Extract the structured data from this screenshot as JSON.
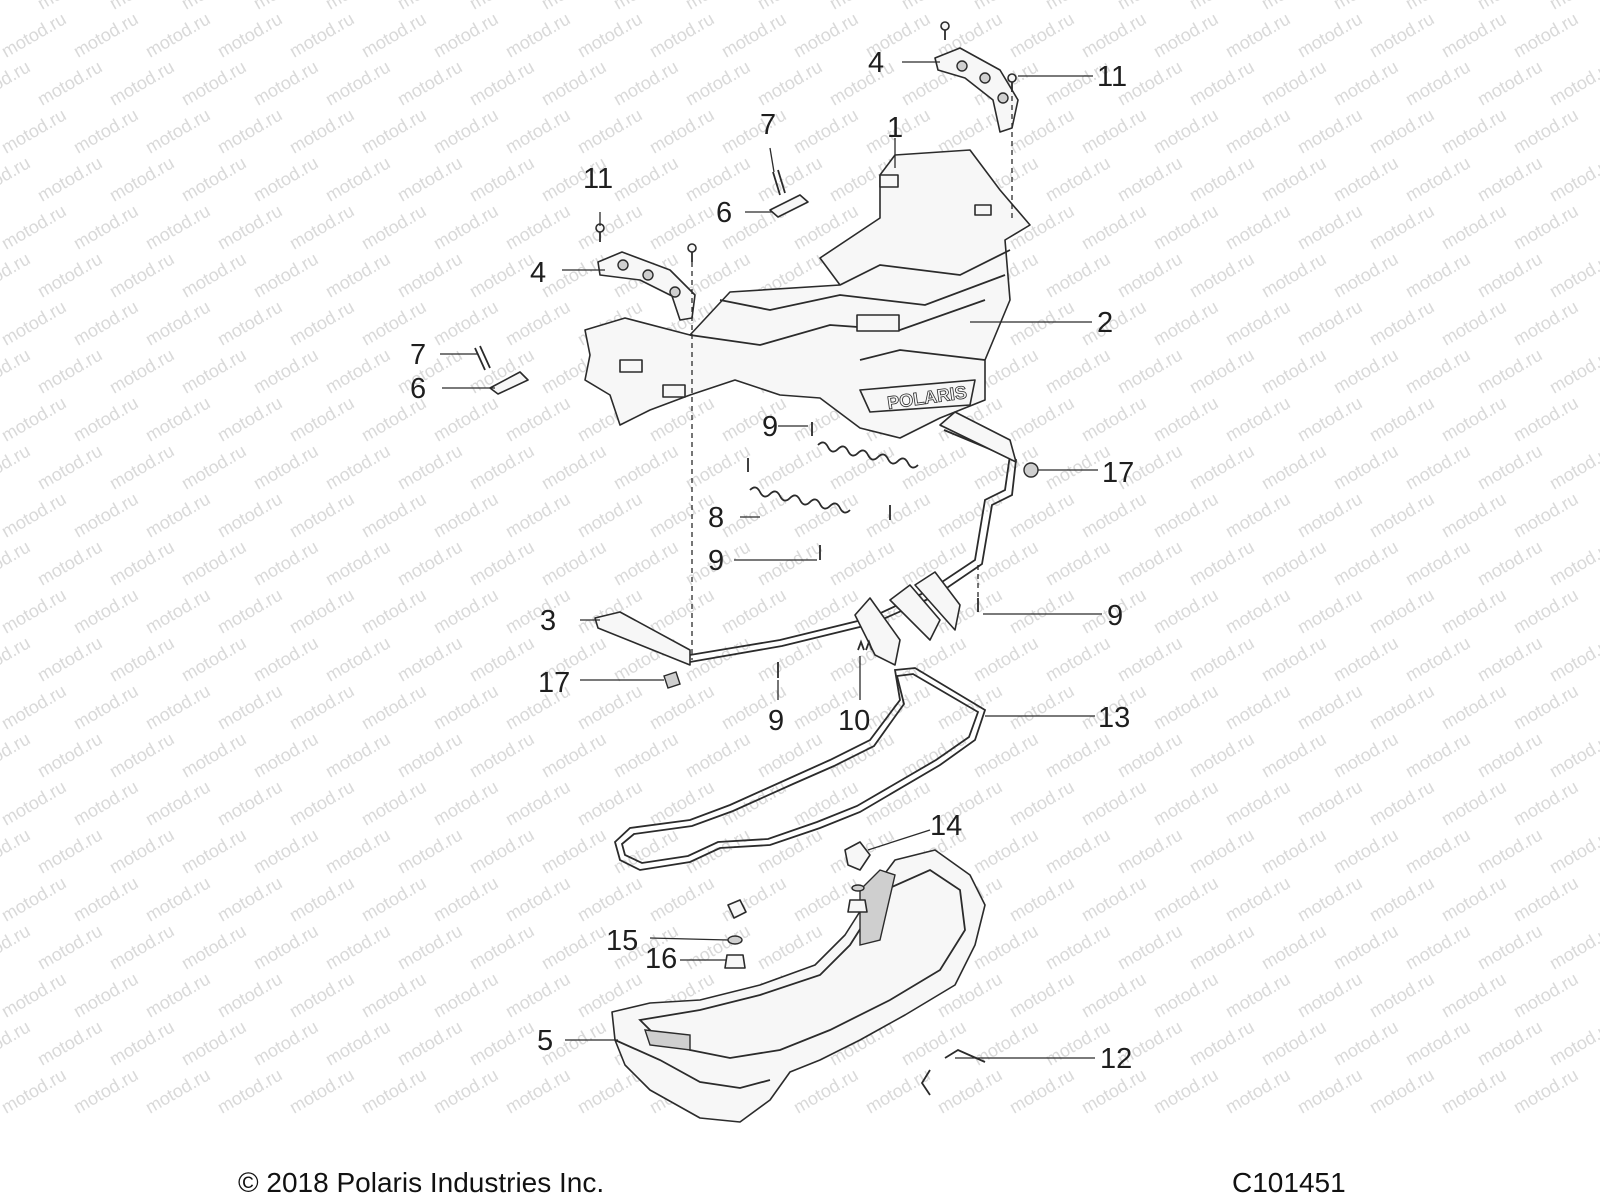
{
  "watermark": {
    "text": "motod.ru"
  },
  "callouts": {
    "c1": "1",
    "c2": "2",
    "c3": "3",
    "c4a": "4",
    "c4b": "4",
    "c5": "5",
    "c6a": "6",
    "c6b": "6",
    "c7a": "7",
    "c7b": "7",
    "c8": "8",
    "c9a": "9",
    "c9b": "9",
    "c9c": "9",
    "c9d": "9",
    "c10": "10",
    "c11a": "11",
    "c11b": "11",
    "c12": "12",
    "c13": "13",
    "c14": "14",
    "c15": "15",
    "c16": "16",
    "c17a": "17",
    "c17b": "17"
  },
  "brand_logo": "POLARIS",
  "footer": {
    "copyright": "© 2018 Polaris Industries Inc.",
    "figure_code": "C101451"
  },
  "colors": {
    "line": "#2b2b2b",
    "text": "#1e1e1e",
    "watermark": "#d9d9d9"
  }
}
